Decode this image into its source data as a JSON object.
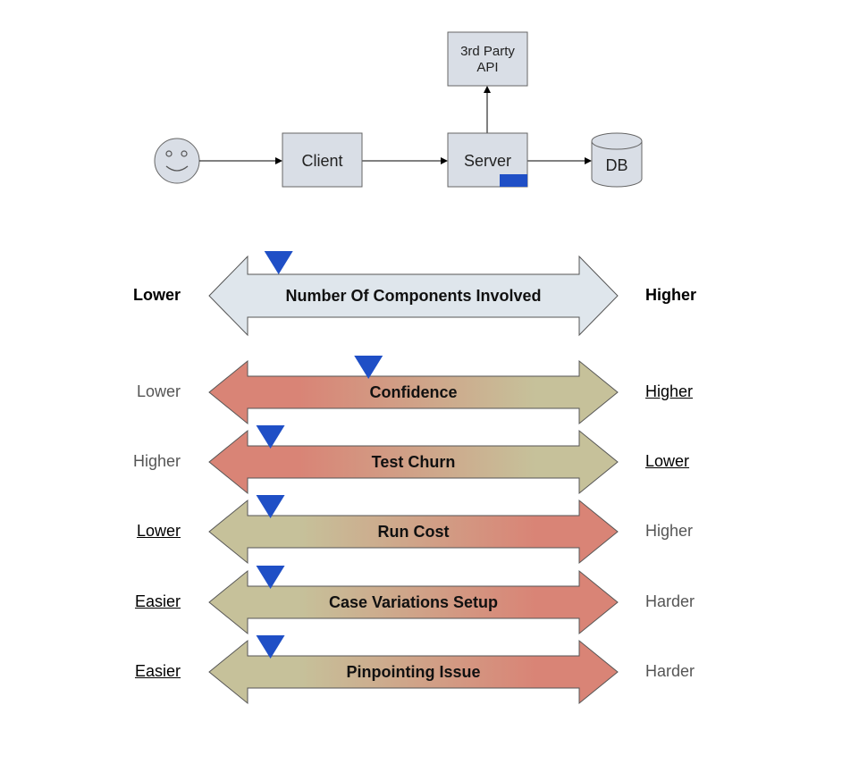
{
  "flow": {
    "client": "Client",
    "server": "Server",
    "db": "DB",
    "api_line1": "3rd Party",
    "api_line2": "API"
  },
  "colors": {
    "box_fill": "#d9dee6",
    "box_stroke": "#666666",
    "marker": "#1f4fc6",
    "red": "#d98476",
    "olive": "#c6c19a",
    "blue_gray": "#dfe6ec"
  },
  "scales": [
    {
      "title": "Number Of Components Involved",
      "left": "Lower",
      "right": "Higher",
      "left_style": "bold",
      "right_style": "bold",
      "gradient": "solid",
      "marker": 0.17
    },
    {
      "title": "Confidence",
      "left": "Lower",
      "right": "Higher",
      "left_style": "plain",
      "right_style": "underline",
      "gradient": "red-to-olive",
      "marker": 0.39
    },
    {
      "title": "Test Churn",
      "left": "Higher",
      "right": "Lower",
      "left_style": "plain",
      "right_style": "underline",
      "gradient": "red-to-olive",
      "marker": 0.15
    },
    {
      "title": "Run Cost",
      "left": "Lower",
      "right": "Higher",
      "left_style": "underline",
      "right_style": "plain",
      "gradient": "olive-to-red",
      "marker": 0.15
    },
    {
      "title": "Case Variations Setup",
      "left": "Easier",
      "right": "Harder",
      "left_style": "underline",
      "right_style": "plain",
      "gradient": "olive-to-red",
      "marker": 0.15
    },
    {
      "title": "Pinpointing Issue",
      "left": "Easier",
      "right": "Harder",
      "left_style": "underline",
      "right_style": "plain",
      "gradient": "olive-to-red",
      "marker": 0.15
    }
  ]
}
